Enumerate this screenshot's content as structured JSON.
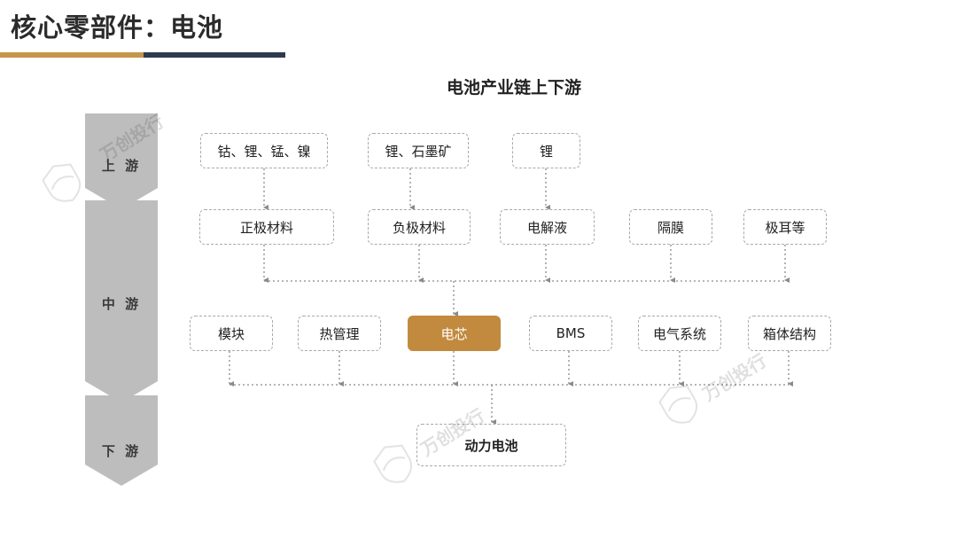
{
  "header": {
    "title": "核心零部件：电池"
  },
  "diagram": {
    "title": "电池产业链上下游",
    "stages": [
      {
        "id": "upstream",
        "label": "上 游"
      },
      {
        "id": "midstream",
        "label": "中 游"
      },
      {
        "id": "downstream",
        "label": "下 游"
      }
    ],
    "upstream_nodes": [
      "钴、锂、锰、镍",
      "锂、石墨矿",
      "锂"
    ],
    "materials": [
      "正极材料",
      "负极材料",
      "电解液",
      "隔膜",
      "极耳等"
    ],
    "components": [
      "模块",
      "热管理",
      "电芯",
      "BMS",
      "电气系统",
      "箱体结构"
    ],
    "product": "动力电池",
    "highlight_color": "#c28a3e"
  },
  "watermark": {
    "text": "万创投行"
  }
}
